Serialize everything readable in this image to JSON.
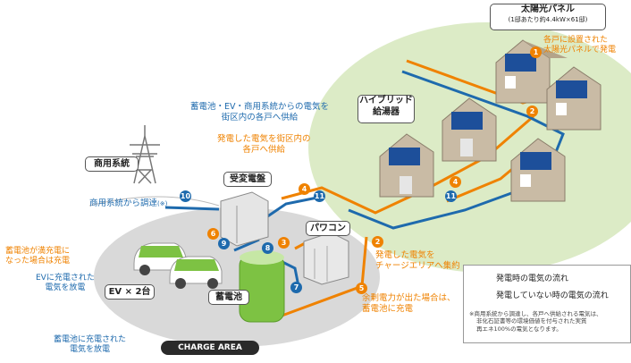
{
  "labels": {
    "solar_panel_title": "太陽光パネル",
    "solar_panel_sub": "(1邸あたり約4.4kW×61邸)",
    "solar_note_1": "各戸に設置された",
    "solar_note_2": "太陽光パネルで発電",
    "hybrid_1": "ハイブリッド",
    "hybrid_2": "給湯器",
    "supply_note_1": "蓄電池・EV・商用系統からの電気を",
    "supply_note_2": "街区内の各戸へ供給",
    "gen_supply_1": "発電した電気を街区内の",
    "gen_supply_2": "各戸へ供給",
    "grid": "商用系統",
    "grid_procure": "商用系統から調達",
    "grid_procure_mark": "(※)",
    "substation": "受変電盤",
    "power_conditioner": "パワコン",
    "battery_full_1": "蓄電池が満充電に",
    "battery_full_2": "なった場合は充電",
    "ev_discharge_1": "EVに充電された",
    "ev_discharge_2": "電気を放電",
    "ev_count": "EV × 2台",
    "battery": "蓄電池",
    "charge_area_gather_1": "発電した電気を",
    "charge_area_gather_2": "チャージエリアへ集約",
    "surplus_1": "余剰電力が出た場合は、",
    "surplus_2": "蓄電池に充電",
    "battery_discharge_1": "蓄電池に充電された",
    "battery_discharge_2": "電気を放電",
    "charge_area": "CHARGE AREA"
  },
  "legend": {
    "generating": "発電時の電気の流れ",
    "not_generating": "発電していない時の電気の流れ",
    "footnote_1": "※商用系統から調達し、各戸へ供給される電気は、",
    "footnote_2": "非化石証書等の環境価値を付与された実質",
    "footnote_3": "再エネ100%の電気となります。"
  },
  "steps": [
    "1",
    "2",
    "3",
    "4",
    "5",
    "6",
    "7",
    "8",
    "9",
    "10",
    "11"
  ],
  "colors": {
    "generating_flow": "#ef8200",
    "non_generating_flow": "#1e6aad",
    "residential_area": "#dcebc6",
    "charge_area": "#d9d9d9"
  }
}
